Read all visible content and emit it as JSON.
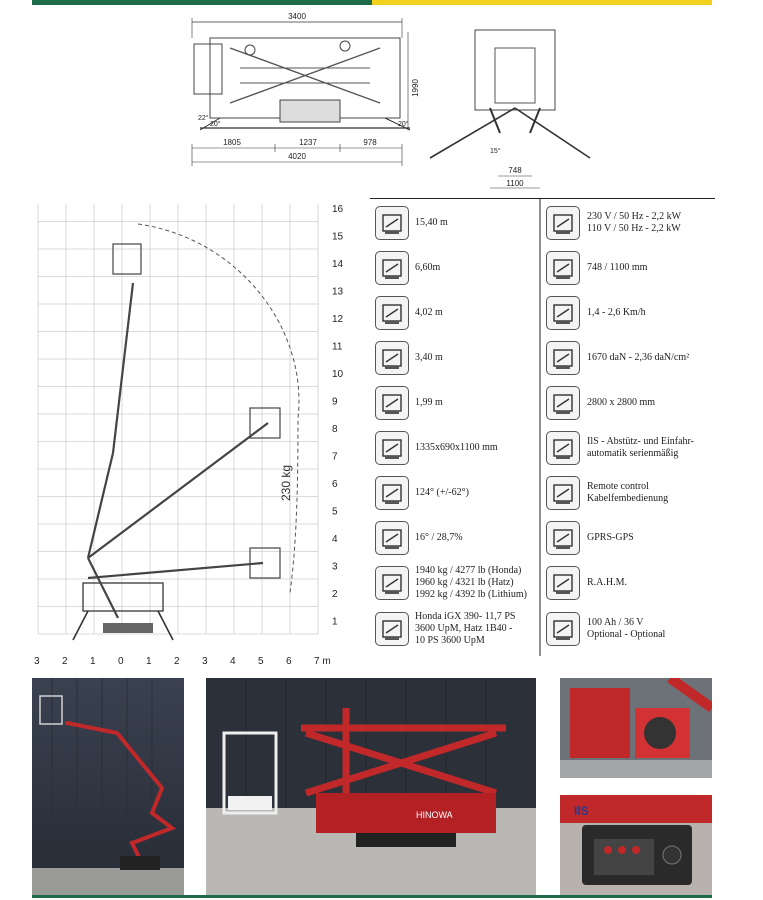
{
  "drawing": {
    "dim_total_height_top": "3400",
    "dim_height_side": "1990",
    "dim_angle_1": "22°",
    "dim_angle_2": "20°",
    "dim_angle_3": "20°",
    "dim_seg_1": "1805",
    "dim_seg_2": "1237",
    "dim_seg_3": "978",
    "dim_total_length": "4020",
    "dim_angle_front": "15°",
    "dim_width_inner": "748",
    "dim_width_outer": "1100"
  },
  "chart_data": {
    "type": "diagram",
    "y_ticks": [
      "1",
      "2",
      "3",
      "4",
      "5",
      "6",
      "7",
      "8",
      "9",
      "10",
      "11",
      "12",
      "13",
      "14",
      "15",
      "16"
    ],
    "x_ticks": [
      "3",
      "2",
      "1",
      "0",
      "1",
      "2",
      "3",
      "4",
      "5",
      "6",
      "7 m"
    ],
    "load_label": "230 kg"
  },
  "specs": {
    "left": [
      {
        "icon": "platform-height-icon",
        "text": "15,40 m"
      },
      {
        "icon": "platform-height-alt-icon",
        "text": "6,60m"
      },
      {
        "icon": "outreach-icon",
        "text": "4,02 m"
      },
      {
        "icon": "outreach-small-icon",
        "text": "3,40 m"
      },
      {
        "icon": "transport-height-icon",
        "text": "1,99 m"
      },
      {
        "icon": "basket-size-icon",
        "text": "1335x690x1100 mm"
      },
      {
        "icon": "rotation-icon",
        "text": "124° (+/-62°)"
      },
      {
        "icon": "gradeability-icon",
        "text": "16° / 28,7%"
      },
      {
        "icon": "weight-icon",
        "text": "1940 kg / 4277 lb (Honda)\n1960 kg / 4321 lb (Hatz)\n1992 kg / 4392 lb (Lithium)"
      },
      {
        "icon": "power-icon",
        "text": "Honda iGX 390- 11,7 PS\n3600 UpM, Hatz 1B40 -\n10 PS 3600 UpM"
      }
    ],
    "right": [
      {
        "icon": "electric-icon",
        "text": "230 V / 50 Hz - 2,2 kW\n110 V / 50 Hz - 2,2 kW"
      },
      {
        "icon": "track-width-icon",
        "text": "748 / 1100 mm"
      },
      {
        "icon": "drive-speed-icon",
        "text": "1,4 - 2,6 Km/h"
      },
      {
        "icon": "ground-pressure-icon",
        "text": "1670 daN - 2,36 daN/cm²"
      },
      {
        "icon": "outrigger-footprint-icon",
        "text": "2800 x 2800 mm"
      },
      {
        "icon": "ils-icon",
        "text": "IlS - Abstütz- und Einfahr-\nautomatik serienmäßig"
      },
      {
        "icon": "remote-control-icon",
        "text": "Remote control\nKabelfembedienung"
      },
      {
        "icon": "gps-icon",
        "text": "GPRS-GPS"
      },
      {
        "icon": "rahm-icon",
        "text": "R.A.H.M."
      },
      {
        "icon": "battery-icon",
        "text": "100 Ah / 36 V\nOptional - Optional"
      }
    ]
  },
  "photos": {
    "brand_text": "HINOWA",
    "ils_text": "IlS"
  },
  "colors": {
    "green": "#1e6b4a",
    "yellow": "#f2d21d",
    "machine_red": "#c0282a"
  }
}
